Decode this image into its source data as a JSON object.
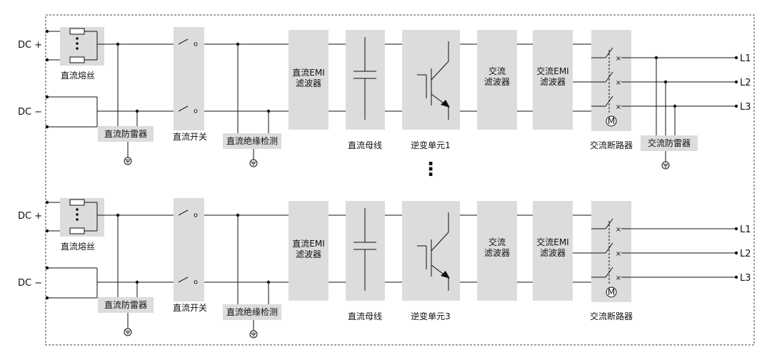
{
  "diagram": {
    "dc_plus": "DC +",
    "dc_minus": "DC −",
    "ellipsis": "⋮",
    "upper": {
      "fuse": "直流熔丝",
      "dc_spd": "直流防雷器",
      "dc_switch": "直流开关",
      "insulation": "直流绝缘检测",
      "dc_emi": [
        "直流EMI",
        "滤波器"
      ],
      "dc_bus": "直流母线",
      "inverter": "逆变单元1",
      "ac_filter": [
        "交流",
        "滤波器"
      ],
      "ac_emi": [
        "交流EMI",
        "滤波器"
      ],
      "ac_breaker": "交流断路器",
      "ac_spd": "交流防雷器",
      "outputs": [
        "L1",
        "L2",
        "L3"
      ],
      "motor": "M"
    },
    "lower": {
      "fuse": "直流熔丝",
      "dc_spd": "直流防雷器",
      "dc_switch": "直流开关",
      "insulation": "直流绝缘检测",
      "dc_emi": [
        "直流EMI",
        "滤波器"
      ],
      "dc_bus": "直流母线",
      "inverter": "逆变单元3",
      "ac_filter": [
        "交流",
        "滤波器"
      ],
      "ac_emi": [
        "交流EMI",
        "滤波器"
      ],
      "ac_breaker": "交流断路器",
      "outputs": [
        "L1",
        "L2",
        "L3"
      ],
      "motor": "M"
    }
  }
}
